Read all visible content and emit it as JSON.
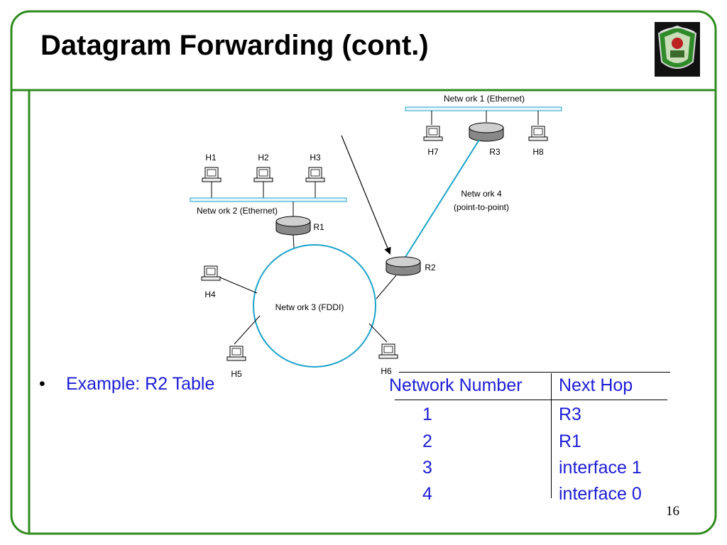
{
  "slide": {
    "title": "Datagram Forwarding (cont.)",
    "bullet": "Example: R2 Table",
    "slide_number": "16",
    "accent_color": "#2e8b1e",
    "link_color": "#1ba3c9",
    "text_color": "#1c1cd6"
  },
  "diagram": {
    "networks": {
      "n1": "Netw ork 1 (Ethernet)",
      "n2": "Netw ork 2 (Ethernet)",
      "n3": "Netw ork 3 (FDDI)",
      "n4_line1": "Netw ork 4",
      "n4_line2": "(point-to-point)"
    },
    "hosts": {
      "h1": "H1",
      "h2": "H2",
      "h3": "H3",
      "h4": "H4",
      "h5": "H5",
      "h6": "H6",
      "h7": "H7",
      "h8": "H8"
    },
    "routers": {
      "r1": "R1",
      "r2": "R2",
      "r3": "R3"
    }
  },
  "table": {
    "headers": {
      "network": "Network Number",
      "next_hop": "Next Hop"
    },
    "rows": [
      {
        "network": "1",
        "next_hop": "R3"
      },
      {
        "network": "2",
        "next_hop": "R1"
      },
      {
        "network": "3",
        "next_hop": "interface 1"
      },
      {
        "network": "4",
        "next_hop": "interface 0"
      }
    ]
  }
}
